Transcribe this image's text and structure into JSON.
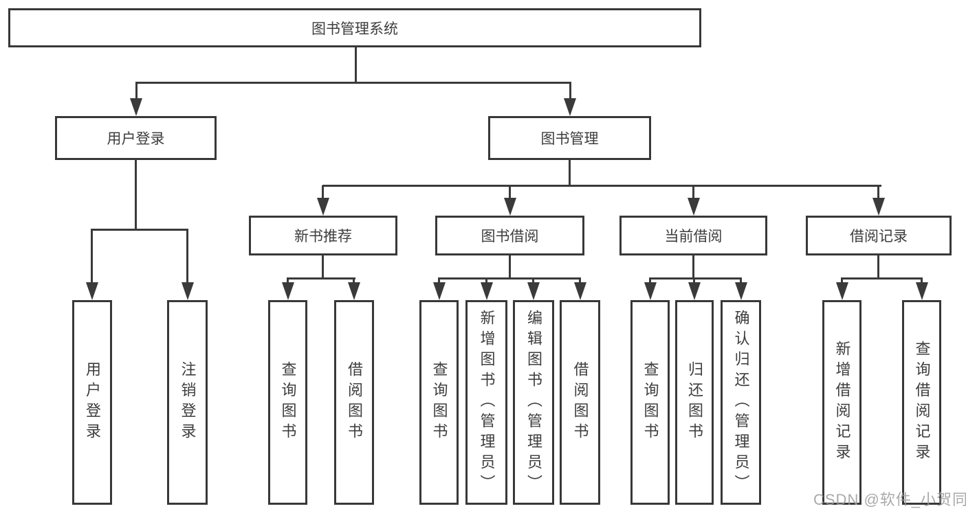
{
  "diagram": {
    "title": "图书管理系统",
    "root": {
      "label": "图书管理系统"
    },
    "branches": [
      {
        "label": "用户登录",
        "children": [
          {
            "label": "用户登录"
          },
          {
            "label": "注销登录"
          }
        ]
      },
      {
        "label": "图书管理",
        "sections": [
          {
            "label": "新书推荐",
            "children": [
              {
                "label": "查询图书"
              },
              {
                "label": "借阅图书"
              }
            ]
          },
          {
            "label": "图书借阅",
            "children": [
              {
                "label": "查询图书"
              },
              {
                "label": "新增图书（管理员）"
              },
              {
                "label": "编辑图书（管理员）"
              },
              {
                "label": "借阅图书"
              }
            ]
          },
          {
            "label": "当前借阅",
            "children": [
              {
                "label": "查询图书"
              },
              {
                "label": "归还图书"
              },
              {
                "label": "确认归还（管理员）"
              }
            ]
          },
          {
            "label": "借阅记录",
            "children": [
              {
                "label": "新增借阅记录"
              },
              {
                "label": "查询借阅记录"
              }
            ]
          }
        ]
      }
    ]
  },
  "watermark": {
    "text": "CSDN @软件_小贺同学"
  },
  "colors": {
    "line": "#3a3a3a",
    "border": "#383838",
    "text": "#3d3d3d",
    "watermark": "#9b9b9b",
    "background": "#ffffff"
  }
}
